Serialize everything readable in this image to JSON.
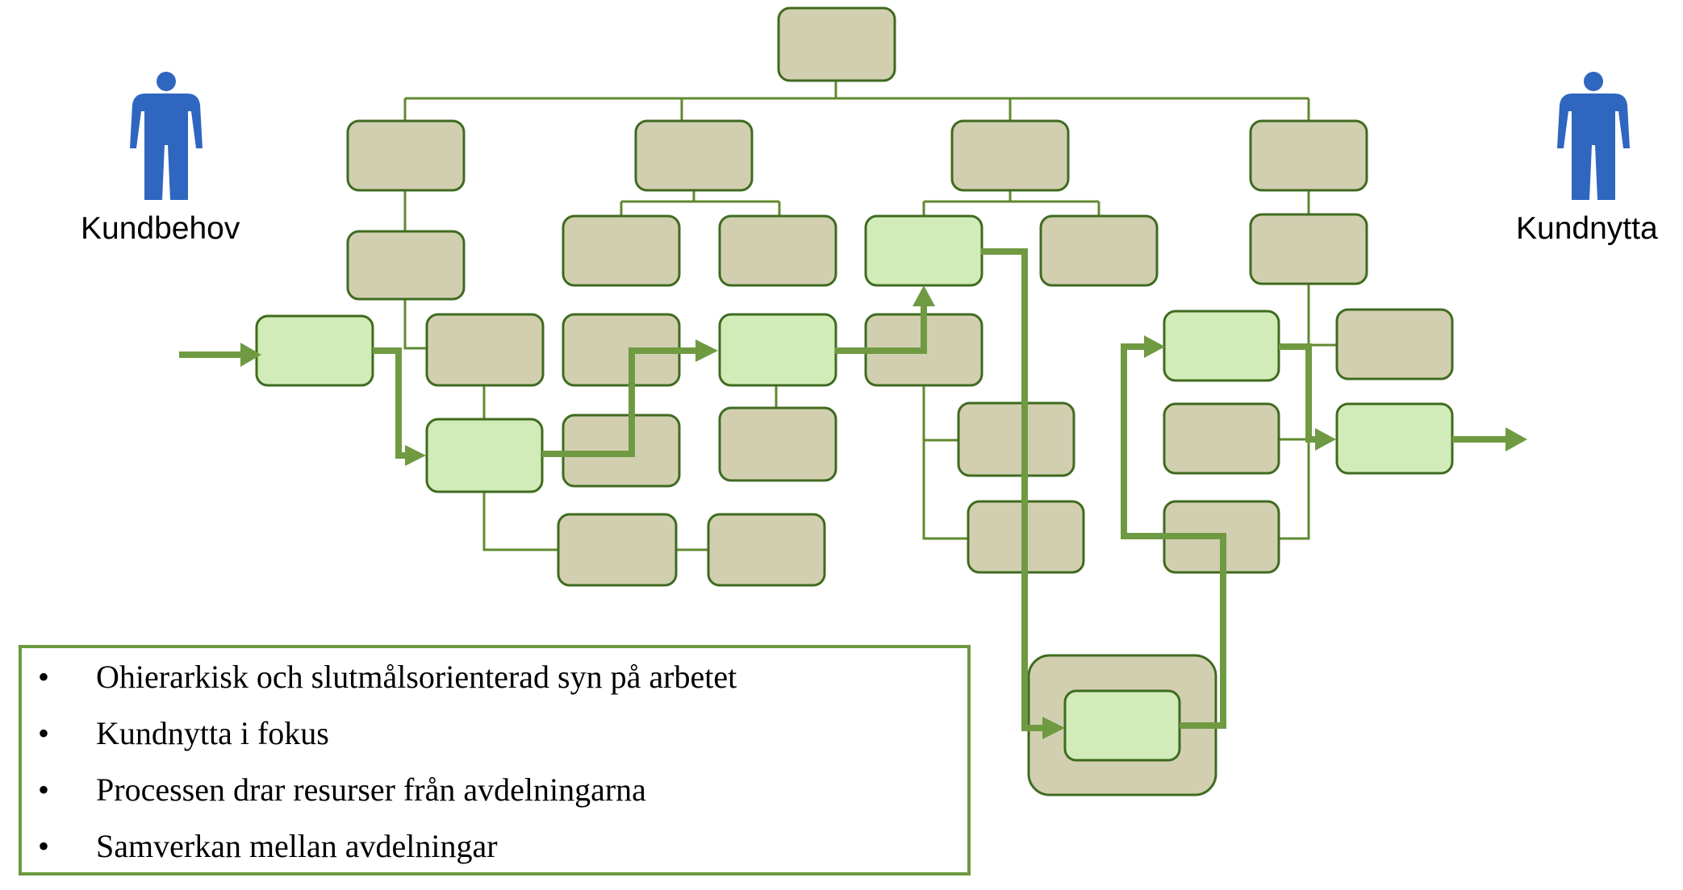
{
  "labels": {
    "left": "Kundbehov",
    "right": "Kundnytta"
  },
  "icons": {
    "left": "person-icon",
    "right": "person-icon"
  },
  "bullets": {
    "marker": "•",
    "items": [
      "Ohierarkisk och slutmålsorienterad syn på arbetet",
      "Kundnytta i fokus",
      "Processen drar resurser från avdelningarna",
      "Samverkan mellan avdelningar"
    ]
  },
  "colors": {
    "box_fill": "#d2cfb1",
    "process_fill": "#d1ecb8",
    "border": "#3f6b1f",
    "line": "#5f8a2f",
    "flow": "#6f9a42",
    "person": "#2f66c0"
  }
}
